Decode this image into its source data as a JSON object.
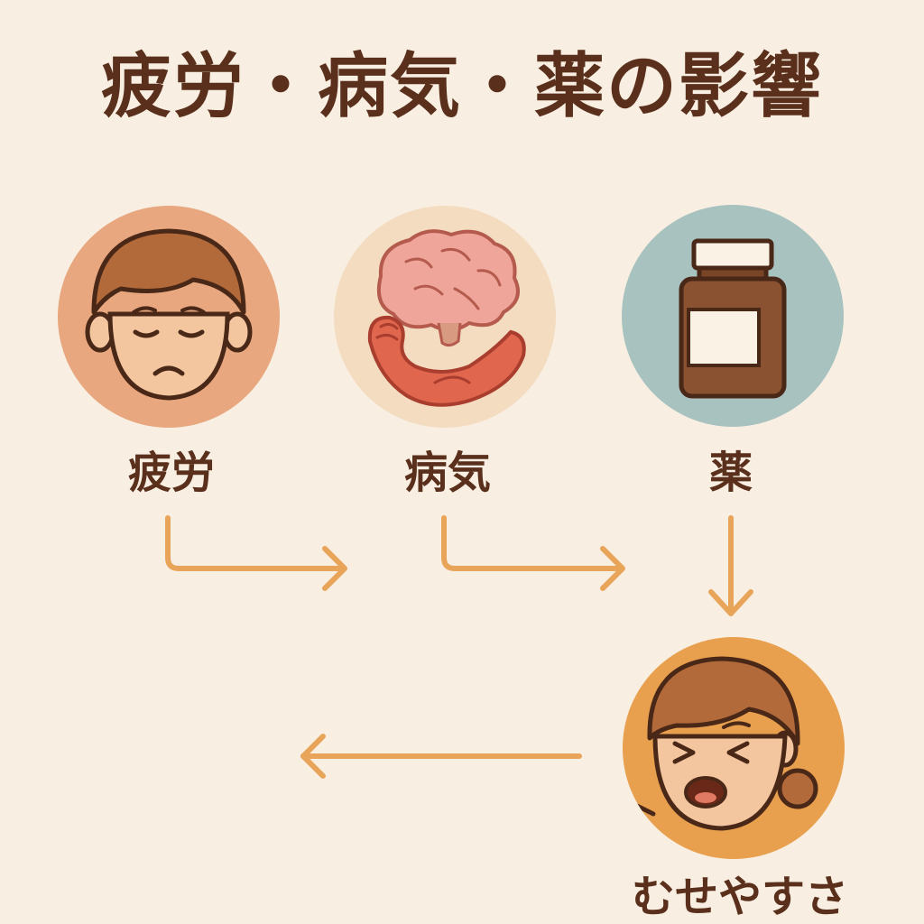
{
  "title": "疲労・病気・薬の影響",
  "nodes": {
    "fatigue": {
      "label": "疲労",
      "icon": "tired-face-icon",
      "color": "#e8a77e"
    },
    "illness": {
      "label": "病気",
      "icon": "brain-and-arm-icon",
      "color": "#f4dcc1"
    },
    "medicine": {
      "label": "薬",
      "icon": "medicine-bottle-icon",
      "color": "#a8c2c0"
    },
    "choking": {
      "label": "むせやすさ",
      "icon": "coughing-person-icon",
      "color": "#e8a04e"
    }
  },
  "colors": {
    "background": "#f8efe2",
    "text": "#5a301c",
    "arrow": "#e8a458"
  }
}
